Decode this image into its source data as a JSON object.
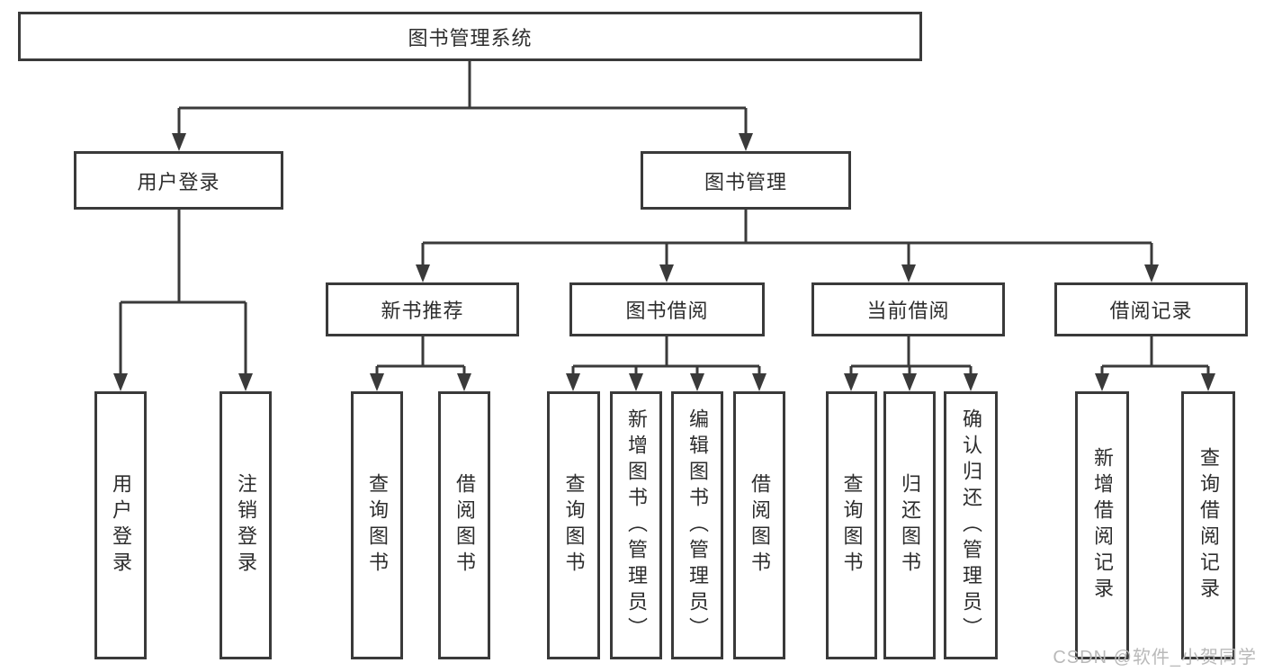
{
  "watermark": {
    "text": "CSDN @软件_小贺同学"
  },
  "colors": {
    "line": "#3a3a3a",
    "box_border": "#3a3a3a",
    "box_fill": "#ffffff",
    "text": "#2d2d2d",
    "watermark": "#b9b9b9"
  },
  "tree": {
    "root": "图书管理系统",
    "branches": [
      {
        "label": "用户登录",
        "children": [
          {
            "label": "用户登录"
          },
          {
            "label": "注销登录"
          }
        ]
      },
      {
        "label": "图书管理",
        "children": [
          {
            "label": "新书推荐",
            "children": [
              {
                "label": "查询图书"
              },
              {
                "label": "借阅图书"
              }
            ]
          },
          {
            "label": "图书借阅",
            "children": [
              {
                "label": "查询图书"
              },
              {
                "label": "新增图书（管理员）"
              },
              {
                "label": "编辑图书（管理员）"
              },
              {
                "label": "借阅图书"
              }
            ]
          },
          {
            "label": "当前借阅",
            "children": [
              {
                "label": "查询图书"
              },
              {
                "label": "归还图书"
              },
              {
                "label": "确认归还（管理员）"
              }
            ]
          },
          {
            "label": "借阅记录",
            "children": [
              {
                "label": "新增借阅记录"
              },
              {
                "label": "查询借阅记录"
              }
            ]
          }
        ]
      }
    ]
  }
}
